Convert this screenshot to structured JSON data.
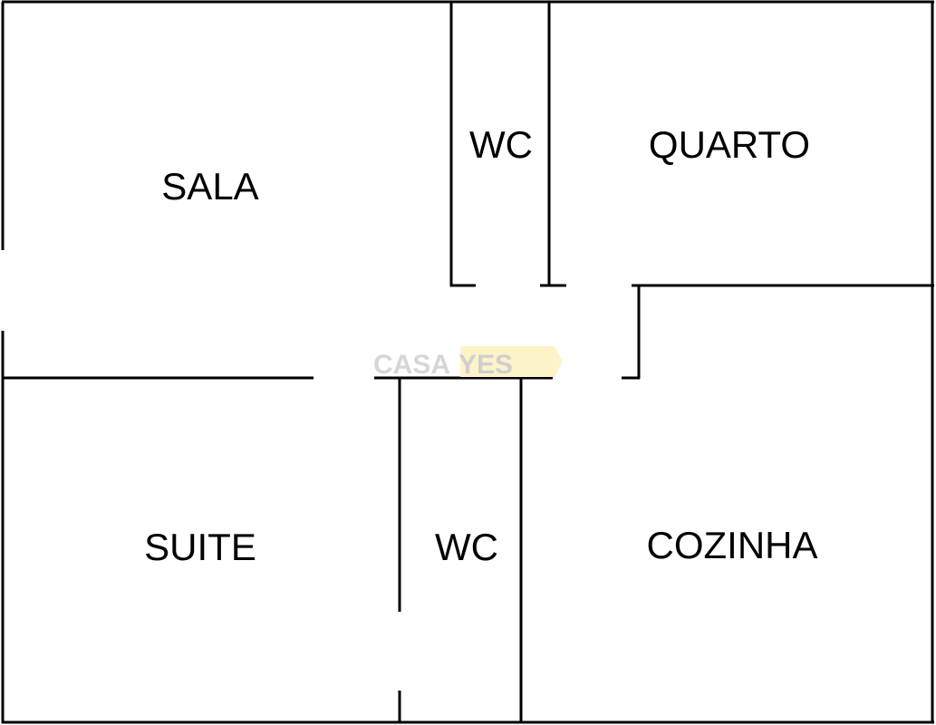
{
  "floor_plan": {
    "rooms": [
      {
        "id": "sala",
        "label": "SALA"
      },
      {
        "id": "wc-top",
        "label": "WC"
      },
      {
        "id": "quarto",
        "label": "QUARTO"
      },
      {
        "id": "suite",
        "label": "SUITE"
      },
      {
        "id": "wc-bottom",
        "label": "WC"
      },
      {
        "id": "cozinha",
        "label": "COZINHA"
      }
    ],
    "wall_color": "#000000",
    "background_color": "#ffffff"
  },
  "watermark": {
    "brand_part1": "CASA",
    "brand_part2": "YES",
    "brand_part1_color": "#d6d6d6",
    "brand_part2_color": "#cfcfcf",
    "banner_color": "#fdf3c8"
  }
}
